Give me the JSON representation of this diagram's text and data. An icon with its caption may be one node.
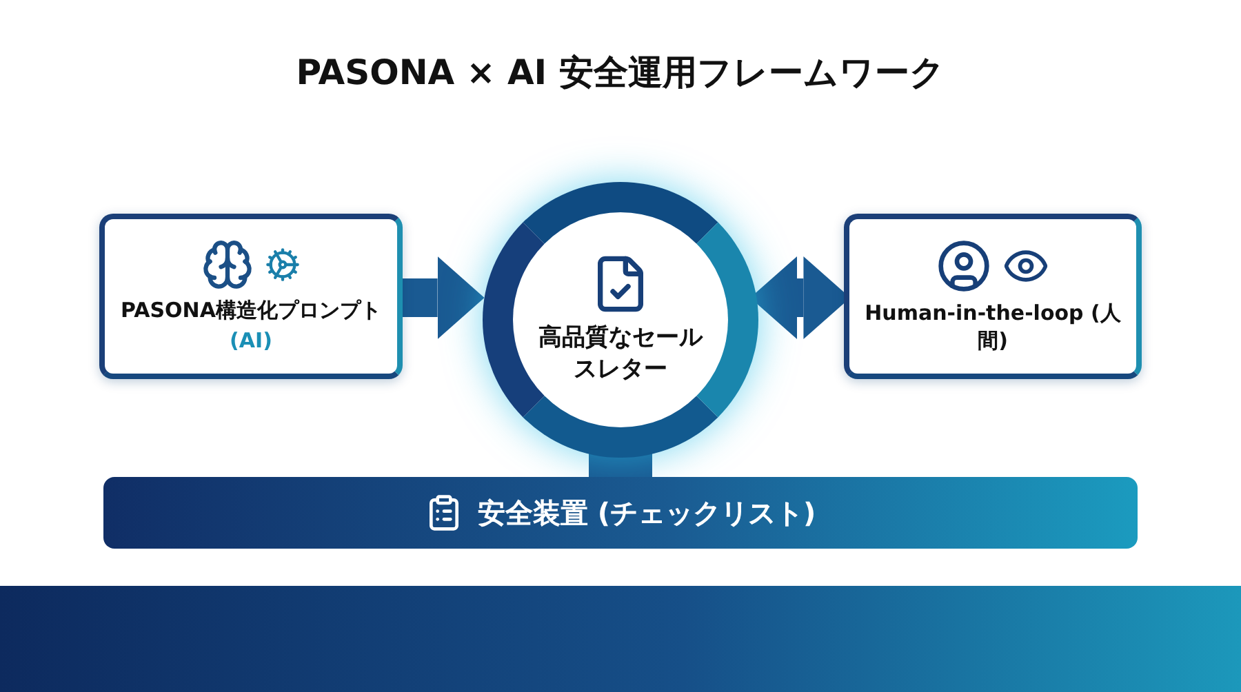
{
  "diagram": {
    "title": "PASONA × AI 安全運用フレームワーク",
    "nodes": [
      {
        "text": [
          "PASONA構造化プロンプト",
          "(AI)"
        ]
      },
      {
        "text": [
          "高品質なセールスレター"
        ]
      },
      {
        "text": [
          "Human-in-the-loop (人間)"
        ]
      },
      {
        "text": [
          "安全装置 (チェックリスト)"
        ]
      }
    ],
    "edges": [
      {
        "from": 0,
        "to": 1,
        "arrow": "to"
      },
      {
        "from": 1,
        "to": 2,
        "arrow": "both"
      },
      {
        "from": 3,
        "to": 1,
        "arrow": "none"
      }
    ]
  }
}
